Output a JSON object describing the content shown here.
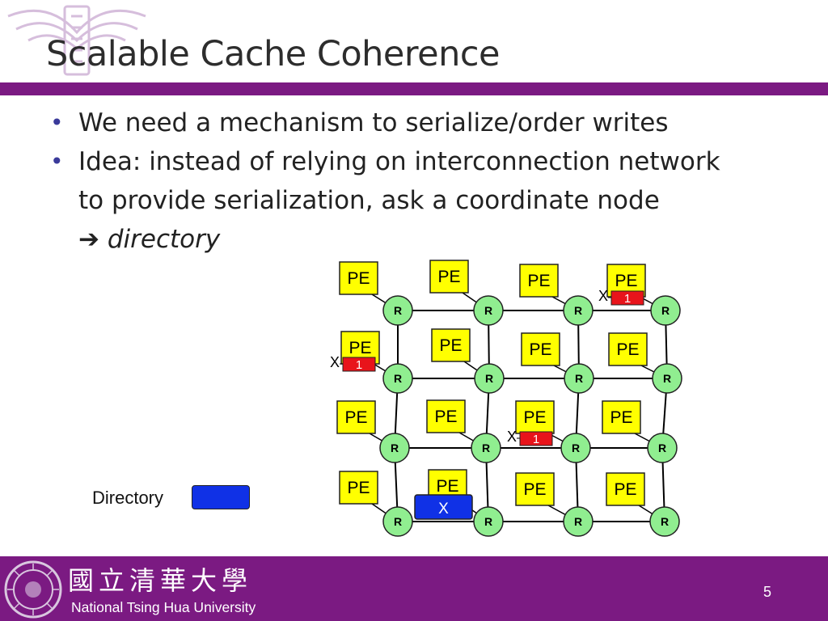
{
  "slide": {
    "title": "Scalable Cache Coherence",
    "bullets": [
      "We need a mechanism to serialize/order writes",
      "Idea: instead of relying on interconnection network"
    ],
    "bullet2_line2": "to provide serialization, ask a coordinate node",
    "arrow": "➔",
    "directory_word": "directory"
  },
  "diagram": {
    "pe_label": "PE",
    "router_label": "R",
    "cache_var": "X",
    "cache_value": "1",
    "directory_entry": "X",
    "colors": {
      "pe_fill": "#ffff00",
      "router_fill": "#90ee90",
      "cache_fill": "#e8141b",
      "directory_fill": "#1031e6"
    }
  },
  "legend": {
    "label": "Directory"
  },
  "footer": {
    "university_cn": "國立清華大學",
    "university_en": "National Tsing Hua University",
    "page_number": "5",
    "color": "#7b1a82"
  }
}
